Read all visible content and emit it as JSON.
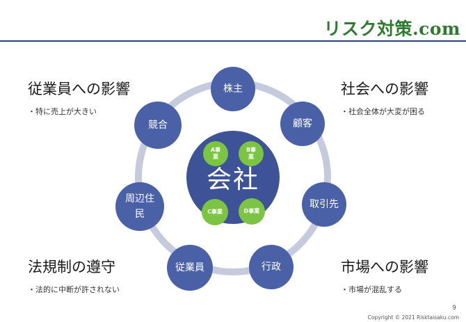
{
  "header": {
    "logo_text": "リスク対策.com"
  },
  "quadrants": {
    "top_left": {
      "heading": "従業員への影響",
      "bullet": "・特に売上が大きい"
    },
    "top_right": {
      "heading": "社会への影響",
      "bullet": "・社会全体が大変が困る"
    },
    "bottom_left": {
      "heading": "法規制の遵守",
      "bullet": "・法的に中断が許されない"
    },
    "bottom_right": {
      "heading": "市場への影響",
      "bullet": "・市場が混乱する"
    }
  },
  "diagram": {
    "center_label": "会社",
    "divisions": [
      "A事業",
      "B事業",
      "C事業",
      "D事業"
    ],
    "stakeholders": [
      "株主",
      "顧客",
      "取引先",
      "行政",
      "従業員",
      "周辺住民",
      "競合"
    ]
  },
  "colors": {
    "node": "#4a61a7",
    "center": "#3e5297",
    "ring": "#c5cbdd",
    "division": "#7cc443",
    "logo": "#2e7a2e"
  },
  "footer": {
    "page_number": "9",
    "copyright": "Copyright © 2021 Risktaisaku.com"
  }
}
